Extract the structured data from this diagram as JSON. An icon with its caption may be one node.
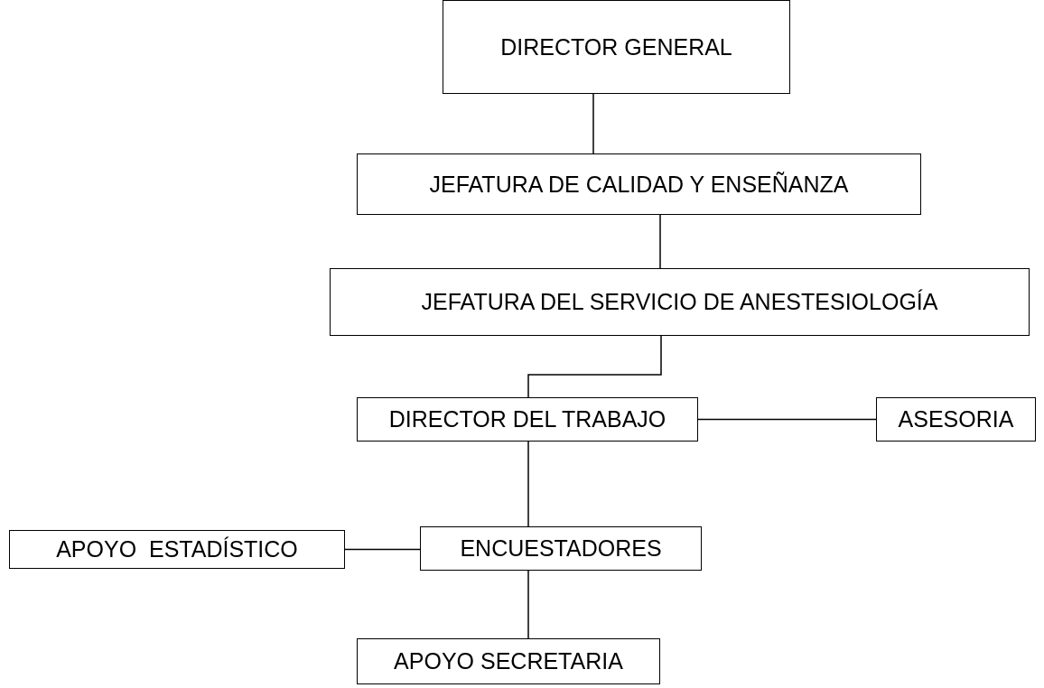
{
  "diagram": {
    "nodes": [
      {
        "text": [
          "DIRECTOR GENERAL"
        ]
      },
      {
        "text": [
          "JEFATURA DE CALIDAD Y ENSEÑANZA"
        ]
      },
      {
        "text": [
          "JEFATURA DEL SERVICIO DE ANESTESIOLOGÍA"
        ]
      },
      {
        "text": [
          "DIRECTOR DEL TRABAJO"
        ]
      },
      {
        "text": [
          "ASESORIA"
        ]
      },
      {
        "text": [
          "APOYO  ESTADÍSTICO"
        ]
      },
      {
        "text": [
          "ENCUESTADORES"
        ]
      },
      {
        "text": [
          "APOYO SECRETARIA"
        ]
      }
    ],
    "edges": [
      {
        "from": 0,
        "to": 1,
        "arrow": "none"
      },
      {
        "from": 1,
        "to": 2,
        "arrow": "none"
      },
      {
        "from": 2,
        "to": 3,
        "arrow": "none"
      },
      {
        "from": 3,
        "to": 4,
        "arrow": "none"
      },
      {
        "from": 3,
        "to": 6,
        "arrow": "none"
      },
      {
        "from": 6,
        "to": 5,
        "arrow": "none"
      },
      {
        "from": 6,
        "to": 7,
        "arrow": "none"
      }
    ]
  }
}
